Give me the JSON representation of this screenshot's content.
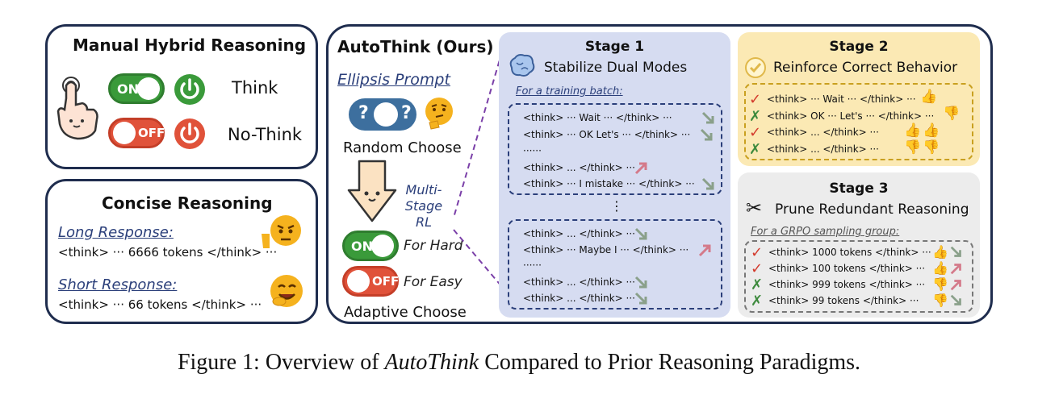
{
  "manual": {
    "title": "Manual Hybrid Reasoning",
    "on": "ON",
    "off": "OFF",
    "think": "Think",
    "no_think": "No-Think"
  },
  "concise": {
    "title": "Concise Reasoning",
    "long_label": "Long Response:",
    "long_text": "<think> ··· 6666 tokens </think> ···",
    "short_label": "Short Response:",
    "short_text": "<think> ··· 66 tokens </think> ···"
  },
  "autothink": {
    "title": "AutoThink (Ours)",
    "ellipsis": "Ellipsis Prompt",
    "q1": "?",
    "q2": "?",
    "random": "Random Choose",
    "multistage": "Multi-Stage RL",
    "on": "ON",
    "off": "OFF",
    "for_hard": "For Hard",
    "for_easy": "For Easy",
    "adaptive": "Adaptive Choose"
  },
  "stage1": {
    "title": "Stage 1",
    "subtitle": "Stabilize Dual Modes",
    "batch_label": "For a training batch:",
    "rows_a": [
      "<think> ··· Wait ···  </think> ···",
      "<think> ··· OK Let's ··· </think> ···",
      "······",
      "<think> ... </think> ···",
      "<think> ··· I mistake ··· </think> ···"
    ],
    "vdots": "⋮",
    "rows_b": [
      "<think> ... </think> ···",
      "<think> ··· Maybe I ···  </think> ···",
      "······",
      "<think> ... </think> ···",
      "<think> ... </think> ···"
    ]
  },
  "stage2": {
    "title": "Stage 2",
    "subtitle": "Reinforce Correct Behavior",
    "rows": [
      "<think> ··· Wait ···  </think> ···",
      "<think> OK ··· Let's ···  </think> ···",
      "<think>  ... </think> ···",
      "<think> ... </think> ···"
    ]
  },
  "stage3": {
    "title": "Stage 3",
    "subtitle": "Prune Redundant Reasoning",
    "group_label": "For a GRPO sampling group:",
    "rows": [
      "<think> 1000 tokens </think> ···",
      "<think> 100 tokens  </think> ···",
      "<think> 999 tokens </think>  ···",
      "<think> 99 tokens </think>  ···"
    ]
  },
  "caption": {
    "prefix": "Figure 1: Overview of ",
    "italic": "AutoThink",
    "suffix": " Compared to Prior Reasoning Paradigms."
  },
  "colors": {
    "border": "#1f2d4e",
    "on_green": "#3a9a3a",
    "off_red": "#e0523a",
    "stage1_bg": "#d6dcf1",
    "stage2_bg": "#fbe9b4",
    "stage3_bg": "#ececec",
    "check": "#d33a2c",
    "cross": "#3d8a3d"
  }
}
